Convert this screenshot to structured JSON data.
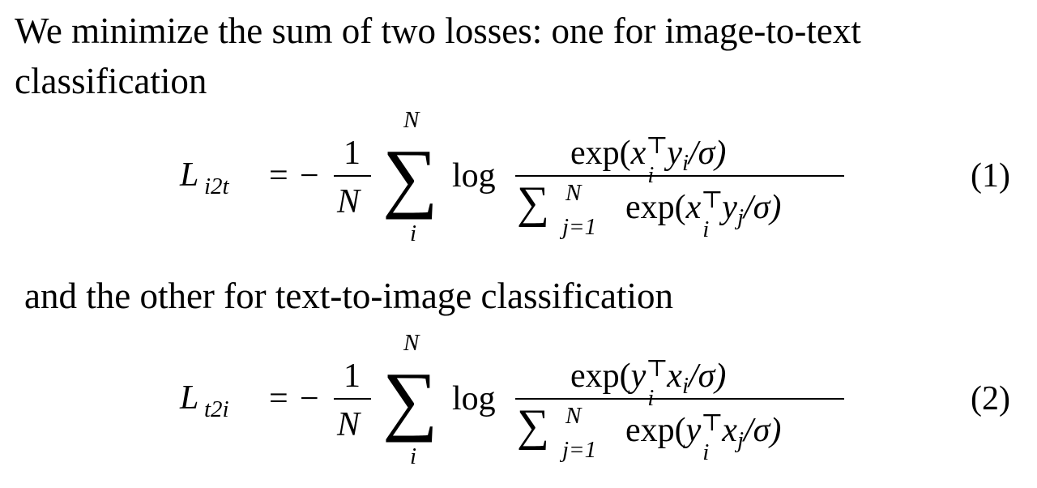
{
  "paragraph": {
    "line1": "We minimize the sum of two losses: one for image-to-text",
    "line2": "classification",
    "line3": "and the other for text-to-image classification"
  },
  "equations": [
    {
      "lhs": "L",
      "lhs_sub": "i2t",
      "equals": "=",
      "minus": "−",
      "frac_num": "1",
      "frac_den": "N",
      "sum": "∑",
      "sum_top": "N",
      "sum_bottom": "i",
      "log": "log",
      "numerator": {
        "pre": "exp(",
        "a": "x",
        "a_sub": "i",
        "a_sup": "⊤",
        "b": "y",
        "b_sub": "i",
        "post": "/σ)"
      },
      "denominator": {
        "sum": "∑",
        "sum_top": "N",
        "sum_bottom": "j=1",
        "pre": "exp(",
        "a": "x",
        "a_sub": "i",
        "a_sup": "⊤",
        "b": "y",
        "b_sub": "j",
        "post": "/σ)"
      },
      "number": "(1)"
    },
    {
      "lhs": "L",
      "lhs_sub": "t2i",
      "equals": "=",
      "minus": "−",
      "frac_num": "1",
      "frac_den": "N",
      "sum": "∑",
      "sum_top": "N",
      "sum_bottom": "i",
      "log": "log",
      "numerator": {
        "pre": "exp(",
        "a": "y",
        "a_sub": "i",
        "a_sup": "⊤",
        "b": "x",
        "b_sub": "i",
        "post": "/σ)"
      },
      "denominator": {
        "sum": "∑",
        "sum_top": "N",
        "sum_bottom": "j=1",
        "pre": "exp(",
        "a": "y",
        "a_sub": "i",
        "a_sup": "⊤",
        "b": "x",
        "b_sub": "j",
        "post": "/σ)"
      },
      "number": "(2)"
    }
  ]
}
